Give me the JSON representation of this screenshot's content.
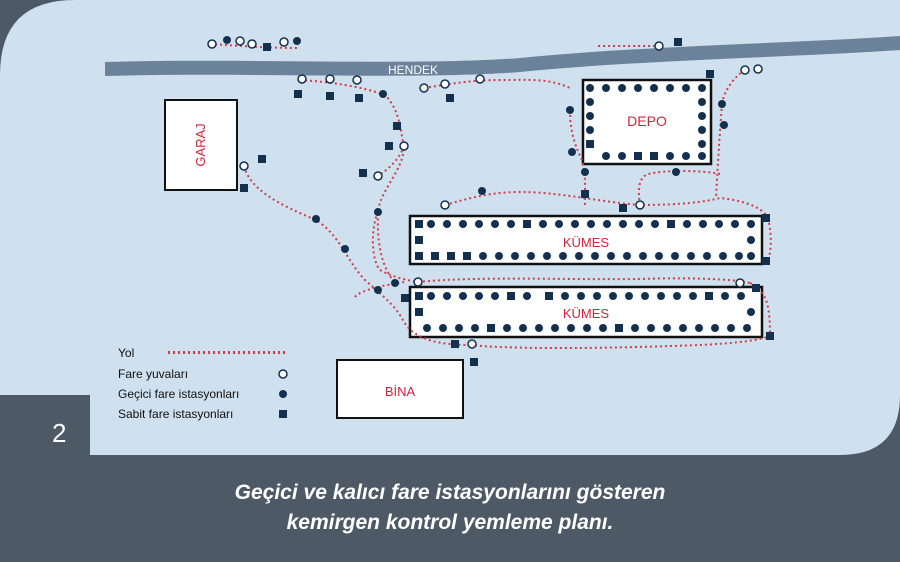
{
  "figure": {
    "number": "2",
    "caption_line1": "Geçici ve kalıcı fare istasyonlarını gösteren",
    "caption_line2": "kemirgen kontrol yemleme planı."
  },
  "labels": {
    "ditch": "HENDEK",
    "garage": "GARAJ",
    "depot": "DEPO",
    "coop_top": "KÜMES",
    "coop_bottom": "KÜMES",
    "building": "BİNA"
  },
  "legend": {
    "path": "Yol",
    "holes": "Fare yuvaları",
    "temporary": "Geçici fare istasyonları",
    "fixed": "Sabit fare istasyonları"
  },
  "colors": {
    "map_bg": "#cfe1ef",
    "frame": "#4d5a66",
    "ditch": "#6b829b",
    "marker": "#13304f",
    "path": "#d23b48",
    "label_red": "#d1243c"
  }
}
